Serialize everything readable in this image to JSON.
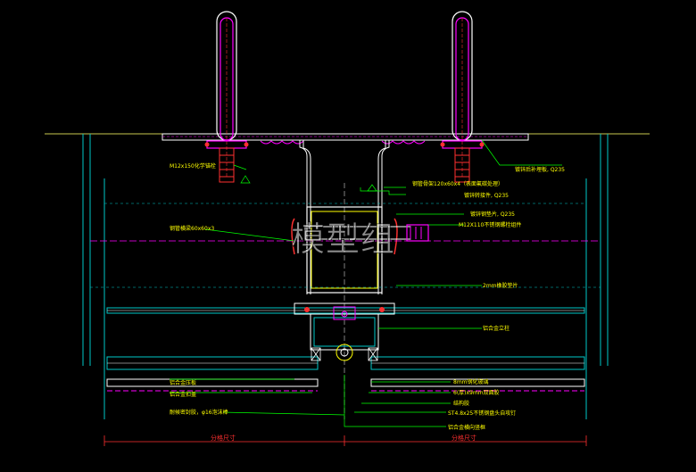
{
  "labels": {
    "anchor_bolt": "M12x150化学锚栓",
    "steel_plate": "镀锌后补埋板, Q235",
    "steel_frame": "钢管骨架120x60x4（表面氟碳处理）",
    "galv_bracket": "镀锌转接件, Q235",
    "galv_stiffener": "镀锌钢垫片, Q235",
    "ss_bolt": "M12X110不锈钢螺栓组件",
    "tube_beam": "钢管横梁60x60x3",
    "gasket": "2mm橡胶垫片",
    "alu_mullion": "铝合金立柱",
    "alu_press_plate": "铝合金压板",
    "alu_cover": "铝合金扣盖",
    "sealant_rod": "耐候密封胶，φ16泡沫棒",
    "glass_panel": "8mm钢化玻璃",
    "glass_layer": "6(厚)x9mm双面胶",
    "structural_seal": "结构胶",
    "screw": "ST4.8x25不锈钢盘头自攻钉",
    "alu_mullion_bottom": "铝合金横向竖框"
  },
  "dimensions": {
    "left": "分格尺寸",
    "right": "分格尺寸"
  },
  "watermark": "模型组",
  "colors": {
    "background": "#000000",
    "label": "#ffff00",
    "steel": "#ffffff",
    "bolt": "#ff00ff",
    "cyan": "#00c8c8",
    "green": "#00ff00",
    "red": "#ff3030",
    "dashed": "#ff00ff",
    "slab": "#c8c850"
  }
}
